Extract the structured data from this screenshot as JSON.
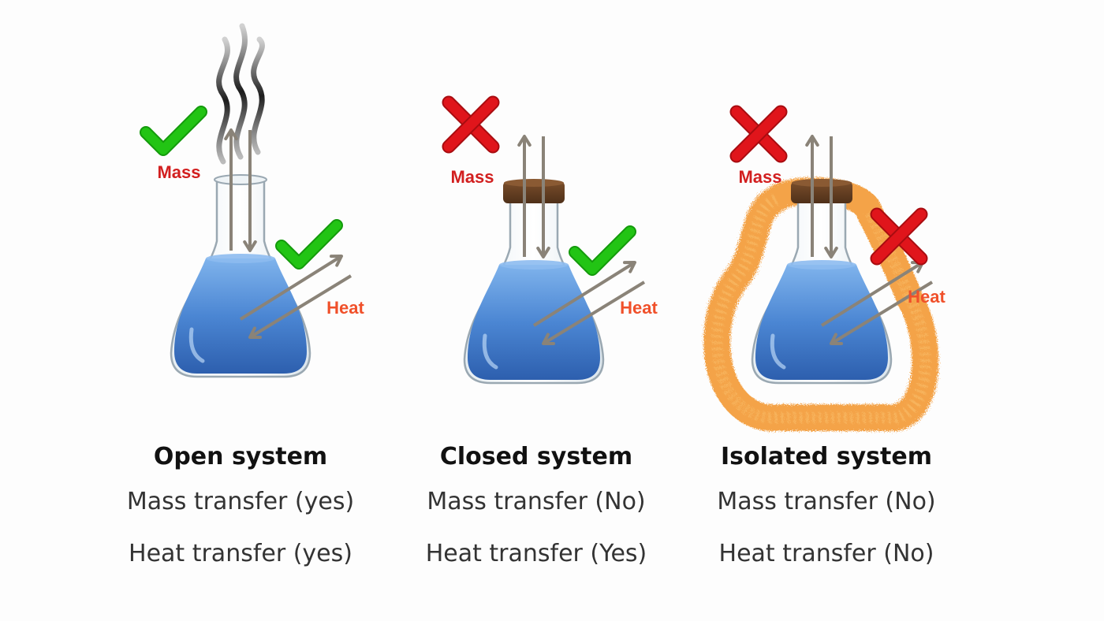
{
  "systems": [
    {
      "title": "Open system",
      "mass_line": "Mass transfer (yes)",
      "heat_line": "Heat transfer (yes)",
      "mass_label": "Mass",
      "heat_label": "Heat",
      "mass_allowed": true,
      "heat_allowed": true,
      "stopper": false,
      "steam": true,
      "insulation": false
    },
    {
      "title": "Closed system",
      "mass_line": "Mass transfer (No)",
      "heat_line": "Heat transfer (Yes)",
      "mass_label": "Mass",
      "heat_label": "Heat",
      "mass_allowed": false,
      "heat_allowed": true,
      "stopper": true,
      "steam": false,
      "insulation": false
    },
    {
      "title": "Isolated system",
      "mass_line": "Mass transfer (No)",
      "heat_line": "Heat transfer (No)",
      "mass_label": "Mass",
      "heat_label": "Heat",
      "mass_allowed": false,
      "heat_allowed": false,
      "stopper": true,
      "steam": false,
      "insulation": true
    }
  ],
  "icons": {
    "yes": "green-check-icon",
    "no": "red-cross-icon",
    "arrow": "double-arrow-icon"
  },
  "colors": {
    "check": "#22c414",
    "cross": "#e0151b",
    "mass_label": "#d21f1f",
    "heat_label": "#f0502a",
    "liquid": "#4b86d3",
    "arrow": "#8a8378",
    "stopper": "#6b4425",
    "insulation": "#f39a33"
  }
}
